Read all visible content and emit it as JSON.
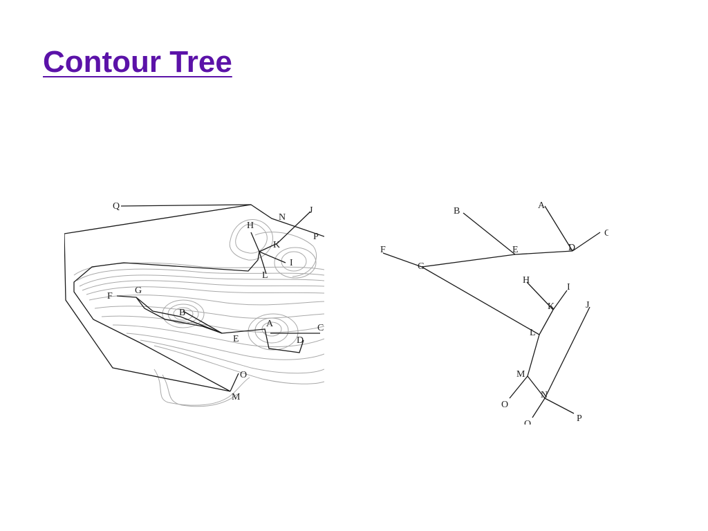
{
  "slide": {
    "title": "Contour Tree"
  },
  "contour_figure": {
    "labels": {
      "A": "A",
      "B": "B",
      "C": "C",
      "D": "D",
      "E": "E",
      "F": "F",
      "G": "G",
      "H": "H",
      "I": "I",
      "J": "J",
      "K": "K",
      "L": "L",
      "M": "M",
      "N": "N",
      "O": "O",
      "P": "P",
      "Q": "Q"
    }
  },
  "tree_figure": {
    "labels": {
      "A": "A",
      "B": "B",
      "C": "C",
      "D": "D",
      "E": "E",
      "F": "F",
      "G": "G",
      "H": "H",
      "I": "I",
      "J": "J",
      "K": "K",
      "L": "L",
      "M": "M",
      "N": "N",
      "O": "O",
      "P": "P",
      "Q": "Q"
    },
    "edges": [
      [
        "A",
        "D"
      ],
      [
        "C",
        "D"
      ],
      [
        "B",
        "E"
      ],
      [
        "D",
        "E"
      ],
      [
        "E",
        "G"
      ],
      [
        "F",
        "G"
      ],
      [
        "G",
        "L"
      ],
      [
        "H",
        "K"
      ],
      [
        "I",
        "K"
      ],
      [
        "K",
        "L"
      ],
      [
        "L",
        "M"
      ],
      [
        "M",
        "O"
      ],
      [
        "M",
        "N"
      ],
      [
        "J",
        "N"
      ],
      [
        "N",
        "P"
      ],
      [
        "N",
        "Q"
      ]
    ]
  },
  "colors": {
    "title": "#5b12a8",
    "contour_lines": "#a8a8a8",
    "tree_lines": "#1a1a1a"
  }
}
